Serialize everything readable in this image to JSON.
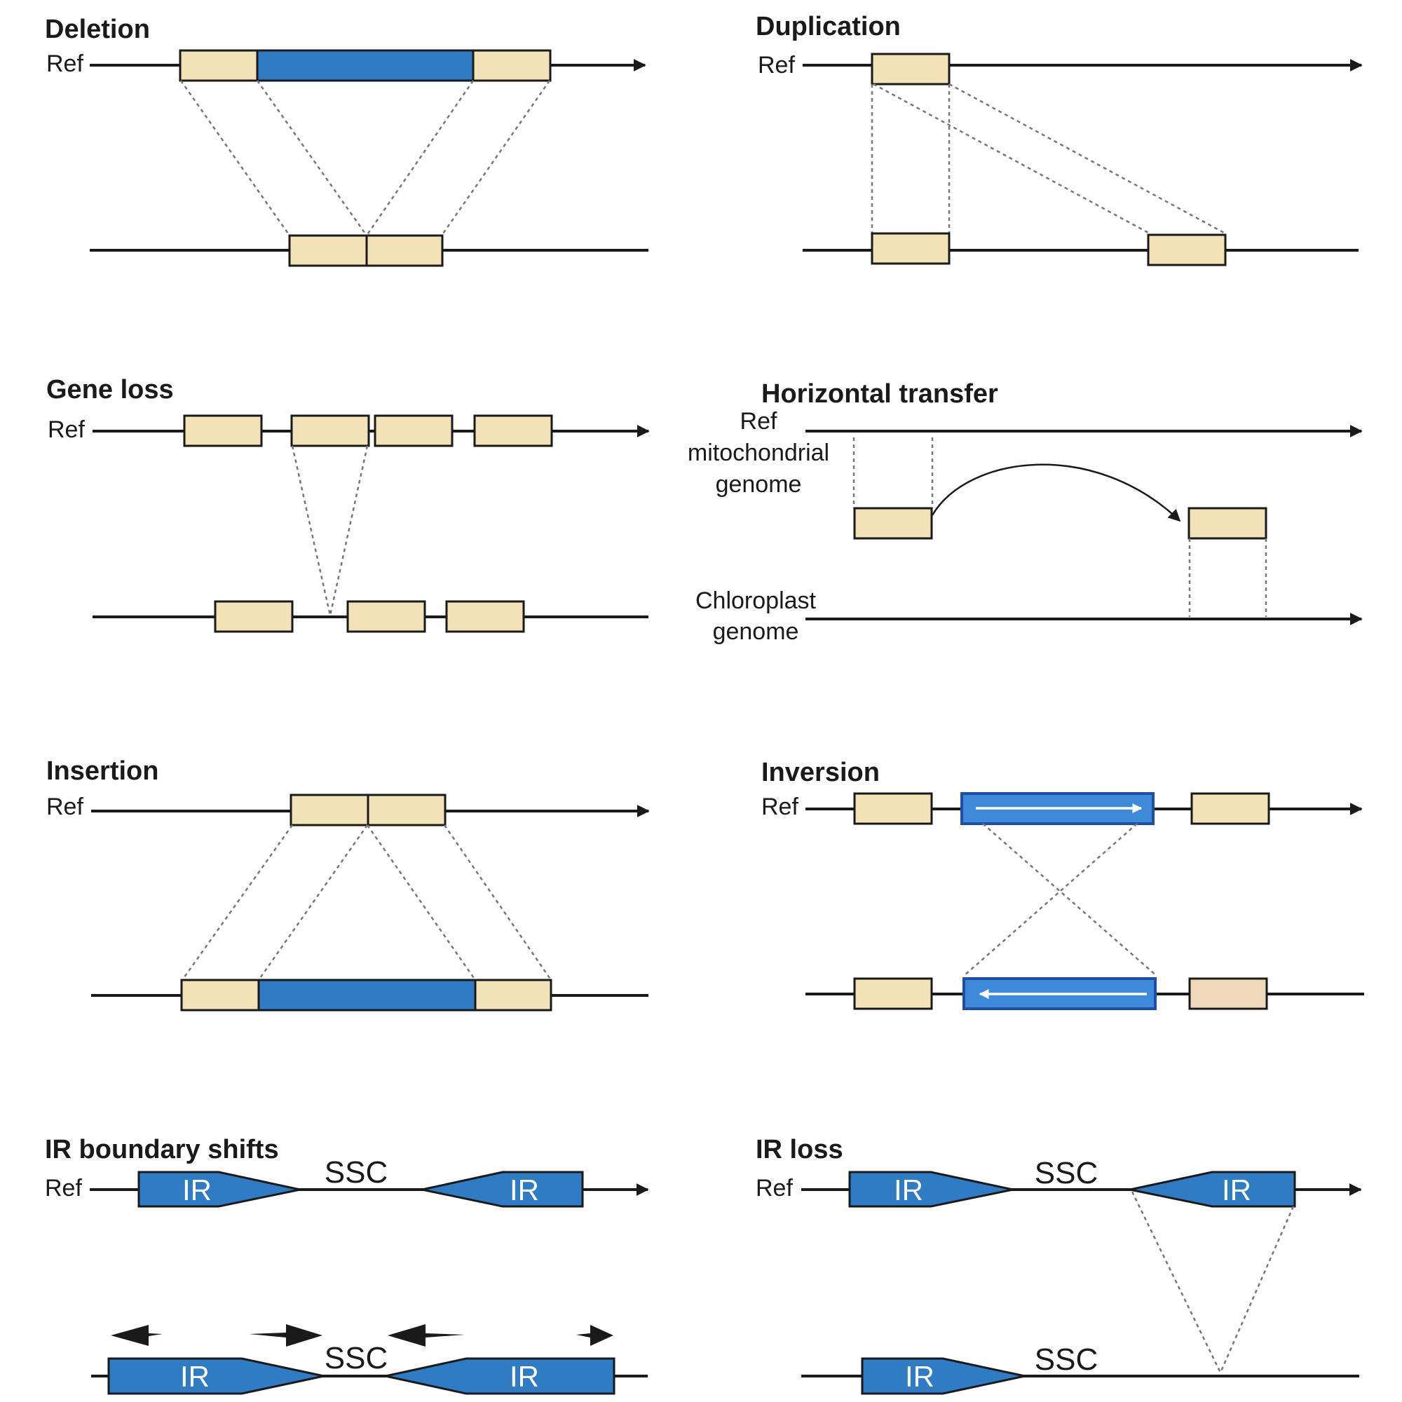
{
  "panels": {
    "deletion": {
      "title": "Deletion",
      "ref": "Ref"
    },
    "duplication": {
      "title": "Duplication",
      "ref": "Ref"
    },
    "gene_loss": {
      "title": "Gene loss",
      "ref": "Ref"
    },
    "horizontal_transfer": {
      "title": "Horizontal transfer",
      "ref_line1": "Ref",
      "ref_line2": "mitochondrial",
      "ref_line3": "genome",
      "target_line1": "Chloroplast",
      "target_line2": "genome"
    },
    "insertion": {
      "title": "Insertion",
      "ref": "Ref"
    },
    "inversion": {
      "title": "Inversion",
      "ref": "Ref"
    },
    "ir_boundary_shifts": {
      "title": "IR boundary shifts",
      "ref": "Ref",
      "ir": "IR",
      "ssc": "SSC"
    },
    "ir_loss": {
      "title": "IR loss",
      "ref": "Ref",
      "ir": "IR",
      "ssc": "SSC"
    }
  },
  "colors": {
    "gene": "#f2e2b8",
    "segment_blue": "#2f7cc4",
    "inverted_segment": "#3f8ad8",
    "line": "#1a1a1a",
    "guide": "#777777"
  }
}
